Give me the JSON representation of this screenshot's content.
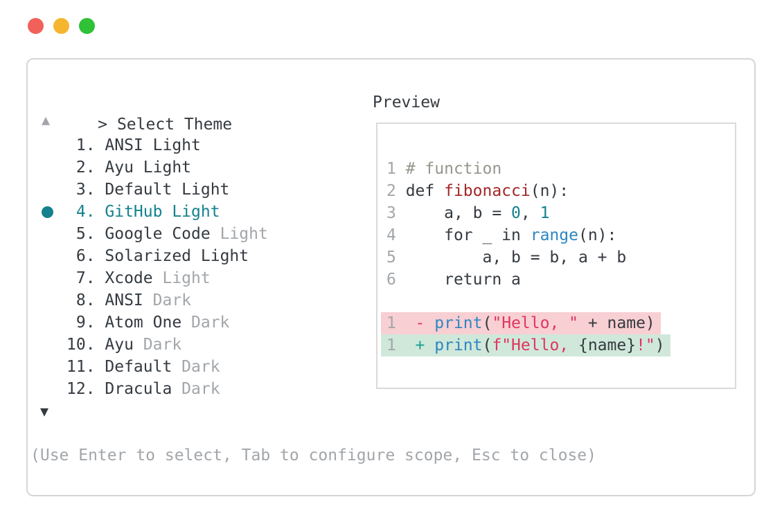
{
  "window": {
    "controls": [
      "close",
      "minimize",
      "maximize"
    ]
  },
  "colors": {
    "fg": "#343a40",
    "gray": "#a2a6aa",
    "comment": "#95978d",
    "red": "#a12727",
    "teal": "#14828c",
    "blue": "#2e86c1",
    "crimson": "#e0355f",
    "plus": "#18a191",
    "accent": "#14828c",
    "border": "#d6d6d6",
    "removed_bg": "#f8cfd3",
    "added_bg": "#d0e8da",
    "traffic_red": "#f2605a",
    "traffic_yellow": "#f5b52e",
    "traffic_green": "#2fc136"
  },
  "panel": {
    "prompt_caret": ">",
    "prompt_title": "Select Theme",
    "scroll_up_icon": "▲",
    "scroll_down_icon": "▼",
    "selected_bullet_icon": "●",
    "hint": "(Use Enter to select, Tab to configure scope, Esc to close)",
    "themes": [
      {
        "num": 1,
        "name": "ANSI",
        "suffix": "Light",
        "suffix_muted": false,
        "selected": false
      },
      {
        "num": 2,
        "name": "Ayu",
        "suffix": "Light",
        "suffix_muted": false,
        "selected": false
      },
      {
        "num": 3,
        "name": "Default",
        "suffix": "Light",
        "suffix_muted": false,
        "selected": false
      },
      {
        "num": 4,
        "name": "GitHub",
        "suffix": "Light",
        "suffix_muted": false,
        "selected": true
      },
      {
        "num": 5,
        "name": "Google Code",
        "suffix": "Light",
        "suffix_muted": true,
        "selected": false
      },
      {
        "num": 6,
        "name": "Solarized",
        "suffix": "Light",
        "suffix_muted": false,
        "selected": false
      },
      {
        "num": 7,
        "name": "Xcode",
        "suffix": "Light",
        "suffix_muted": true,
        "selected": false
      },
      {
        "num": 8,
        "name": "ANSI",
        "suffix": "Dark",
        "suffix_muted": true,
        "selected": false
      },
      {
        "num": 9,
        "name": "Atom One",
        "suffix": "Dark",
        "suffix_muted": true,
        "selected": false
      },
      {
        "num": 10,
        "name": "Ayu",
        "suffix": "Dark",
        "suffix_muted": true,
        "selected": false
      },
      {
        "num": 11,
        "name": "Default",
        "suffix": "Dark",
        "suffix_muted": true,
        "selected": false
      },
      {
        "num": 12,
        "name": "Dracula",
        "suffix": "Dark",
        "suffix_muted": true,
        "selected": false
      }
    ]
  },
  "preview": {
    "label": "Preview",
    "code_lines": [
      {
        "num": 1,
        "tokens": [
          {
            "t": "# function",
            "c": "comment"
          }
        ]
      },
      {
        "num": 2,
        "tokens": [
          {
            "t": "def ",
            "c": "fg"
          },
          {
            "t": "fibonacci",
            "c": "red"
          },
          {
            "t": "(n):",
            "c": "fg"
          }
        ]
      },
      {
        "num": 3,
        "tokens": [
          {
            "t": "    a, b = ",
            "c": "fg"
          },
          {
            "t": "0",
            "c": "teal"
          },
          {
            "t": ", ",
            "c": "fg"
          },
          {
            "t": "1",
            "c": "teal"
          }
        ]
      },
      {
        "num": 4,
        "tokens": [
          {
            "t": "    for _ in ",
            "c": "fg"
          },
          {
            "t": "range",
            "c": "blue"
          },
          {
            "t": "(n):",
            "c": "fg"
          }
        ]
      },
      {
        "num": 5,
        "tokens": [
          {
            "t": "        a, b = b, a + b",
            "c": "fg"
          }
        ]
      },
      {
        "num": 6,
        "tokens": [
          {
            "t": "    return a",
            "c": "fg"
          }
        ]
      }
    ],
    "diff_lines": [
      {
        "num": 1,
        "kind": "removed",
        "tokens": [
          {
            "t": " - ",
            "c": "crimson"
          },
          {
            "t": "print",
            "c": "blue"
          },
          {
            "t": "(",
            "c": "fg"
          },
          {
            "t": "\"Hello, \"",
            "c": "crimson"
          },
          {
            "t": " + name)",
            "c": "fg"
          }
        ]
      },
      {
        "num": 1,
        "kind": "added",
        "tokens": [
          {
            "t": " + ",
            "c": "plus"
          },
          {
            "t": "print",
            "c": "blue"
          },
          {
            "t": "(",
            "c": "fg"
          },
          {
            "t": "f\"Hello, ",
            "c": "crimson"
          },
          {
            "t": "{name}",
            "c": "fg"
          },
          {
            "t": "!\"",
            "c": "crimson"
          },
          {
            "t": ")",
            "c": "fg"
          }
        ]
      }
    ]
  }
}
